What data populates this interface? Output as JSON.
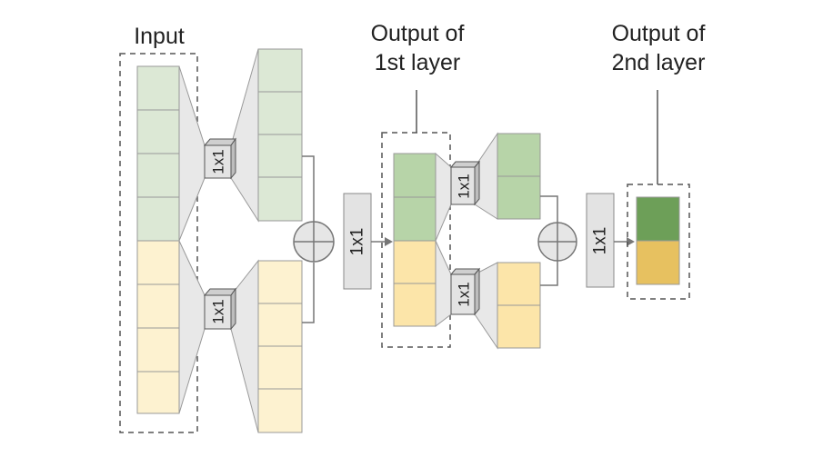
{
  "labels": {
    "input": "Input",
    "out1_line1": "Output of",
    "out1_line2": "1st layer",
    "out2_line1": "Output of",
    "out2_line2": "2nd layer"
  },
  "kernel_label": "1x1",
  "colors": {
    "green_light": "#dce8d5",
    "yellow_light": "#fdf2d0",
    "green_mid": "#b7d4a8",
    "yellow_mid": "#fce5a9",
    "green_dark": "#6d9f58",
    "yellow_dark": "#e7c160",
    "funnel": "#e8e8e8",
    "kernel": "#e3e3e3",
    "outline": "#888888"
  }
}
